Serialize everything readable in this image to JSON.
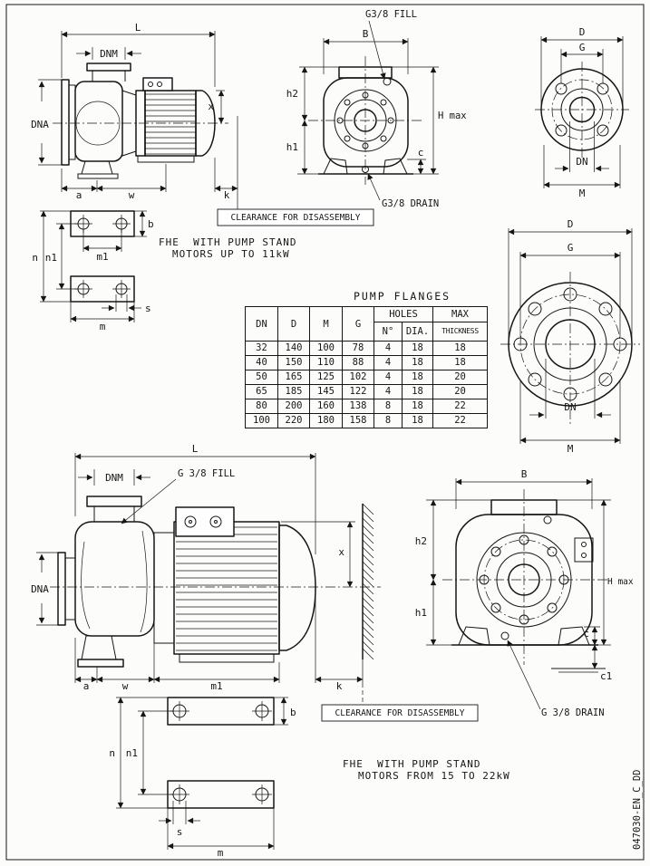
{
  "doc_code": "047030-EN_C_DD",
  "notes": {
    "clearance": "CLEARANCE FOR DISASSEMBLY"
  },
  "captions": {
    "small": {
      "line1": "FHE  WITH PUMP STAND",
      "line2": "MOTORS UP TO 11kW"
    },
    "large": {
      "line1": "FHE  WITH PUMP STAND",
      "line2": "MOTORS FROM 15 TO 22kW"
    }
  },
  "plugs": {
    "fill_small": "G3/8 FILL",
    "drain_small": "G3/8 DRAIN",
    "fill_large": "G 3/8 FILL",
    "drain_large": "G 3/8 DRAIN"
  },
  "dim": {
    "L": "L",
    "DNM": "DNM",
    "DNA": "DNA",
    "x": "x",
    "k": "k",
    "a": "a",
    "w": "w",
    "b": "b",
    "m1": "m1",
    "n": "n",
    "n1": "n1",
    "m": "m",
    "s": "s",
    "B": "B",
    "h1": "h1",
    "h2": "h2",
    "Hmax": "H max",
    "c": "c",
    "c1": "c1",
    "D": "D",
    "G": "G",
    "DN": "DN",
    "M": "M"
  },
  "table": {
    "title": "PUMP FLANGES",
    "headers": {
      "dn": "DN",
      "d": "D",
      "m": "M",
      "g": "G",
      "holes": "HOLES",
      "holes_n": "N°",
      "holes_dia": "DIA.",
      "max": "MAX",
      "thickness": "THICKNESS"
    },
    "rows": [
      {
        "dn": "32",
        "d": "140",
        "m": "100",
        "g": "78",
        "n": "4",
        "dia": "18",
        "thk": "18"
      },
      {
        "dn": "40",
        "d": "150",
        "m": "110",
        "g": "88",
        "n": "4",
        "dia": "18",
        "thk": "18"
      },
      {
        "dn": "50",
        "d": "165",
        "m": "125",
        "g": "102",
        "n": "4",
        "dia": "18",
        "thk": "20"
      },
      {
        "dn": "65",
        "d": "185",
        "m": "145",
        "g": "122",
        "n": "4",
        "dia": "18",
        "thk": "20"
      },
      {
        "dn": "80",
        "d": "200",
        "m": "160",
        "g": "138",
        "n": "8",
        "dia": "18",
        "thk": "22"
      },
      {
        "dn": "100",
        "d": "220",
        "m": "180",
        "g": "158",
        "n": "8",
        "dia": "18",
        "thk": "22"
      }
    ]
  }
}
